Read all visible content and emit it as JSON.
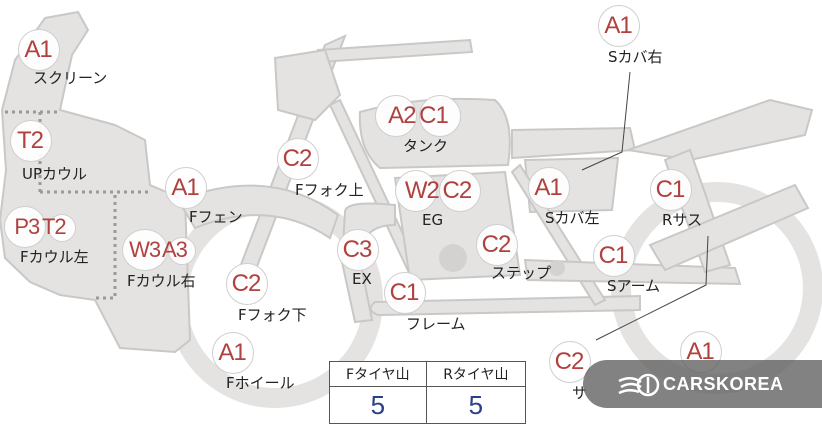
{
  "parts": [
    {
      "id": "screen",
      "codes": "A1",
      "label": "スクリーン"
    },
    {
      "id": "up-cowl",
      "codes": "T2",
      "label": "UPカウル"
    },
    {
      "id": "f-cowl-left",
      "codes": "P3 T2",
      "label": "Fカウル左"
    },
    {
      "id": "f-cowl-right",
      "codes": "W3 A3",
      "label": "Fカウル右"
    },
    {
      "id": "f-fender",
      "codes": "A1",
      "label": "Fフェン"
    },
    {
      "id": "f-fork-upper",
      "codes": "C2",
      "label": "Fフォク上"
    },
    {
      "id": "tank",
      "codes": "A2 C1",
      "label": "タンク"
    },
    {
      "id": "engine",
      "codes": "W2 C2",
      "label": "EG"
    },
    {
      "id": "exhaust",
      "codes": "C3",
      "label": "EX"
    },
    {
      "id": "f-fork-lower",
      "codes": "C2",
      "label": "Fフォク下"
    },
    {
      "id": "frame",
      "codes": "C1",
      "label": "フレーム"
    },
    {
      "id": "step",
      "codes": "C2",
      "label": "ステップ"
    },
    {
      "id": "s-cover-left",
      "codes": "A1",
      "label": "Sカバ左"
    },
    {
      "id": "s-cover-right",
      "codes": "A1",
      "label": "Sカバ右"
    },
    {
      "id": "r-sus",
      "codes": "C1",
      "label": "Rサス"
    },
    {
      "id": "s-arm",
      "codes": "C1",
      "label": "Sアーム"
    },
    {
      "id": "f-wheel",
      "codes": "A1",
      "label": "Fホイール"
    },
    {
      "id": "muffler",
      "codes": "C2",
      "label": "サ"
    },
    {
      "id": "r-wheel",
      "codes": "A1",
      "label": ""
    }
  ],
  "tire_table": {
    "headers": [
      "Fタイヤ山",
      "Rタイヤ山"
    ],
    "values": [
      "5",
      "5"
    ]
  },
  "watermark": {
    "text": "CARSKOREA"
  },
  "colors": {
    "code": "#b0413e",
    "tire_value": "#2b3f8a",
    "body_fill": "#e4e3e1",
    "body_stroke": "#c9c8c6"
  }
}
